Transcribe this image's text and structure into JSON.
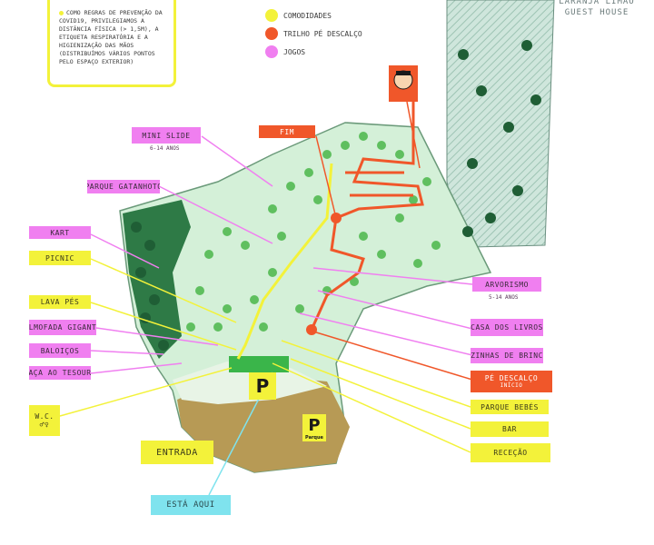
{
  "info": {
    "text": "Como regras de prevenção da COVID19, privilegiamos a distância física (> 1,5m), a etiqueta respiratória e a higienização das mãos (distribuímos vários pontos pelo espaço exterior)"
  },
  "legend": [
    {
      "label": "Comodidades",
      "color": "#f3f23a"
    },
    {
      "label": "Trilho Pé Descalço",
      "color": "#f0572a"
    },
    {
      "label": "Jogos",
      "color": "#f07ff0"
    }
  ],
  "guest_house": "Laranja Limão Guest House",
  "labels": {
    "mini_slide": "Mini Slide",
    "mini_slide_age": "6-14 anos",
    "fim": "Fim",
    "parque_gatanhoto": "Parque Gatanhoto",
    "kart": "Kart",
    "picnic": "Picnic",
    "lava_pes": "Lava Pés",
    "almofada": "Almofada Gigante",
    "baloicos": "Baloiços",
    "caca": "Caça ao Tesouro",
    "wc": "W.C.",
    "arvorismo": "Arvorismo",
    "arvorismo_age": "5-14 anos",
    "casa_livros": "Casa dos Livros",
    "cozinhas": "Cozinhas de Brincar",
    "pe_descalco": "Pé Descalço",
    "pe_descalco_sub": "Início",
    "parque_bebes": "Parque Bebés",
    "bar": "Bar",
    "rececao": "Receção",
    "entrada": "Entrada",
    "esta_aqui": "Está Aqui"
  },
  "signs": {
    "parking1": "P",
    "parking2": "P",
    "parking2_sub": "Parque"
  },
  "colors": {
    "pink": "#f07ff0",
    "yellow": "#f3f23a",
    "orange": "#f0572a",
    "cyan": "#7fe3ee",
    "forest": "#2e8a4a",
    "meadow": "#d4f0d8",
    "dirt": "#b79a55"
  }
}
